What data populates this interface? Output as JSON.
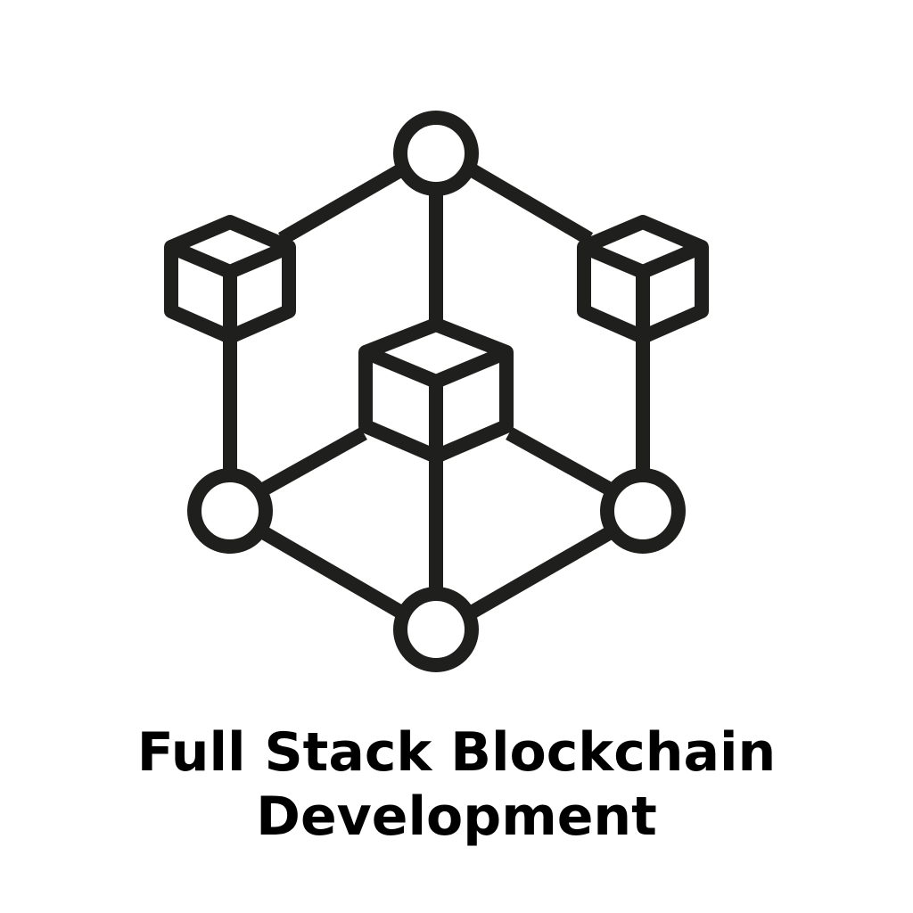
{
  "icon": {
    "name": "blockchain-network-icon",
    "stroke_color": "#1f1f1d",
    "background_color": "#ffffff",
    "nodes": [
      {
        "id": "top",
        "type": "circle"
      },
      {
        "id": "left",
        "type": "circle"
      },
      {
        "id": "right",
        "type": "circle"
      },
      {
        "id": "bottom",
        "type": "circle"
      }
    ],
    "blocks": [
      {
        "id": "left-cube",
        "type": "cube"
      },
      {
        "id": "right-cube",
        "type": "cube"
      },
      {
        "id": "center-cube",
        "type": "cube"
      }
    ]
  },
  "title": {
    "line1": "Full Stack Blockchain",
    "line2": "Development",
    "color": "#000000"
  }
}
